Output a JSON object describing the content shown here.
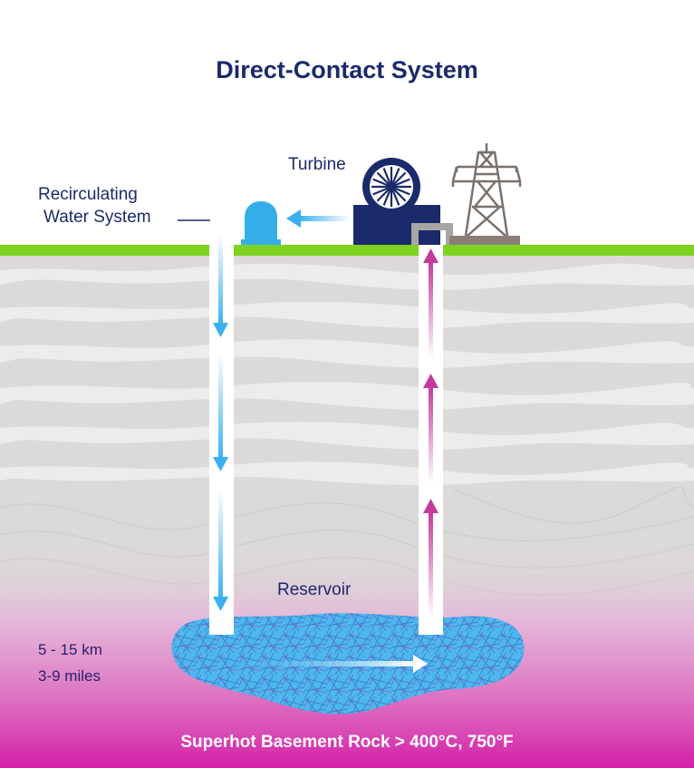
{
  "title": "Direct-Contact System",
  "labels": {
    "turbine": "Turbine",
    "recirculating_line1": "Recirculating",
    "recirculating_line2": "Water System",
    "reservoir": "Reservoir",
    "depth_km": "5 - 15 km",
    "depth_miles": "3-9 miles",
    "bottom": "Superhot Basement Rock > 400°C, 750°F"
  },
  "colors": {
    "title_text": "#1b2a6b",
    "ground_line": "#7ed321",
    "rock_base": "#dcdad8",
    "rock_stripe": "#eeecea",
    "hot_rock": "#d41ea6",
    "cold_water": "#3ab0f0",
    "hot_water": "#c23a9e",
    "turbine_housing": "#1b2a6b",
    "pump_cap": "#35aee8",
    "pylon": "#7a716b",
    "reservoir_fill": "#4db8ee"
  },
  "icons": [
    "turbine-icon",
    "pump-icon",
    "transmission-tower-icon"
  ]
}
